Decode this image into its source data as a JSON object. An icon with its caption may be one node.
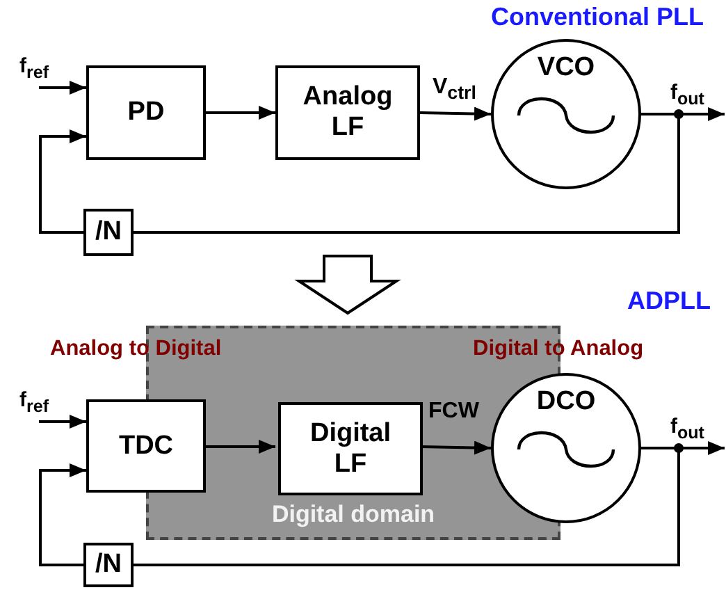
{
  "diagram": {
    "nodes": [
      {
        "text": [
          "f$_{ref}$"
        ]
      },
      {
        "text": [
          "PD"
        ]
      },
      {
        "text": [
          "Analog LF"
        ]
      },
      {
        "text": [
          "VCO"
        ]
      },
      {
        "text": [
          "f$_{out}$"
        ]
      },
      {
        "text": [
          "/N"
        ]
      },
      {
        "text": [
          "Digital domain"
        ]
      },
      {
        "text": [
          "f$_{ref}$"
        ]
      },
      {
        "text": [
          "TDC"
        ]
      },
      {
        "text": [
          "Digital LF"
        ],
        "in": 6
      },
      {
        "text": [
          "DCO"
        ]
      },
      {
        "text": [
          "f$_{out}$"
        ]
      },
      {
        "text": [
          "/N"
        ]
      }
    ],
    "edges": [
      {
        "from": 0,
        "to": 1,
        "arrow": "to"
      },
      {
        "from": 1,
        "to": 2,
        "arrow": "to"
      },
      {
        "from": 2,
        "to": 3,
        "arrow": "to",
        "label": "V$_{ctrl}$"
      },
      {
        "from": 3,
        "to": 4,
        "arrow": "to"
      },
      {
        "from": 3,
        "to": 5,
        "arrow": "none"
      },
      {
        "from": 5,
        "to": 1,
        "arrow": "to"
      },
      {
        "from": 7,
        "to": 8,
        "arrow": "to"
      },
      {
        "from": 8,
        "to": 9,
        "arrow": "to"
      },
      {
        "from": 9,
        "to": 10,
        "arrow": "to",
        "label": "FCW"
      },
      {
        "from": 10,
        "to": 11,
        "arrow": "to"
      },
      {
        "from": 10,
        "to": 12,
        "arrow": "none"
      },
      {
        "from": 12,
        "to": 8,
        "arrow": "to"
      }
    ],
    "labels": [
      "Conventional PLL",
      "ADPLL",
      "Analog to Digital",
      "Digital to Analog"
    ]
  }
}
